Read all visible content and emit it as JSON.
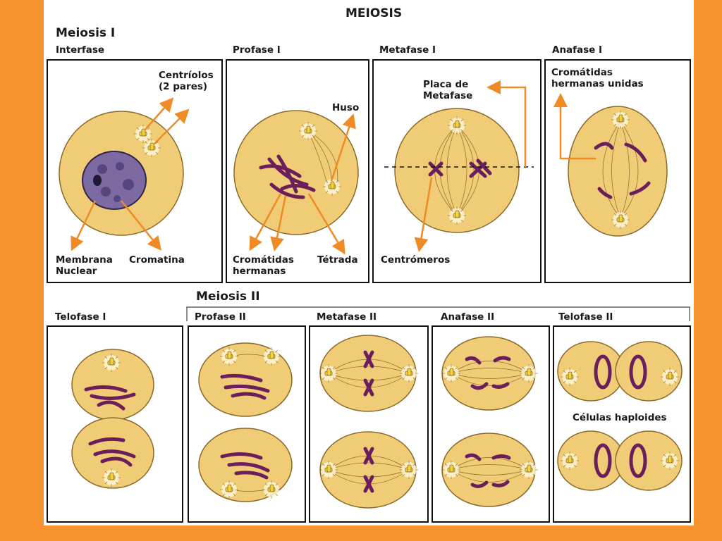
{
  "title": "MEIOSIS",
  "section1": "Meiosis I",
  "section2": "Meiosis II",
  "stages": {
    "interfase": "Interfase",
    "profase1": "Profase I",
    "metafase1": "Metafase I",
    "anafase1": "Anafase I",
    "telofase1": "Telofase  I",
    "profase2": "Profase II",
    "metafase2": "Metafase II",
    "anafase2": "Anafase II",
    "telofase2": "Telofase II"
  },
  "labels": {
    "centriolos_1": "Centríolos",
    "centriolos_2": "(2 pares)",
    "membrana_1": "Membrana",
    "membrana_2": "Nuclear",
    "cromatina": "Cromatina",
    "huso": "Huso",
    "cromatidas_h_1": "Cromátidas",
    "cromatidas_h_2": "hermanas",
    "tetrada": "Tétrada",
    "placa_1": "Placa de",
    "placa_2": "Metafase",
    "centromeros": "Centrómeros",
    "cromatidas_u_1": "Cromátidas",
    "cromatidas_u_2": "hermanas unidas",
    "haploides": "Células haploides"
  },
  "colors": {
    "background": "#f7932e",
    "cell": "#f1cc76",
    "cell_edge": "#8a6a2a",
    "chromosome": "#6a1e5c",
    "arrow": "#f08a24",
    "nucleus": "#7d6aa3"
  }
}
